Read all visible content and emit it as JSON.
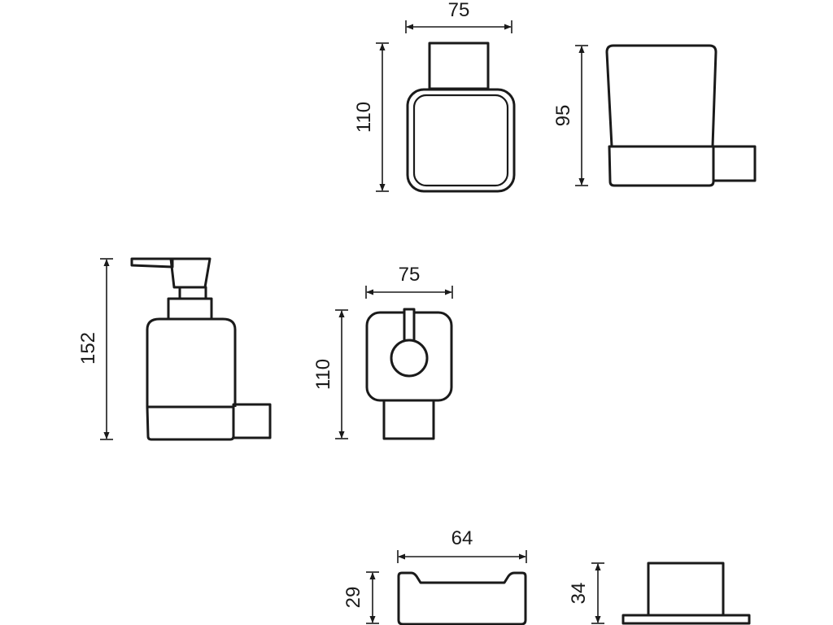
{
  "dimensions": {
    "holder_front_width": "75",
    "holder_front_height": "110",
    "tumbler_side_height": "95",
    "dispenser_side_height": "152",
    "dispenser_front_width": "75",
    "dispenser_front_height": "110",
    "soapdish_width": "64",
    "soapdish_height": "29",
    "hook_height": "34"
  }
}
